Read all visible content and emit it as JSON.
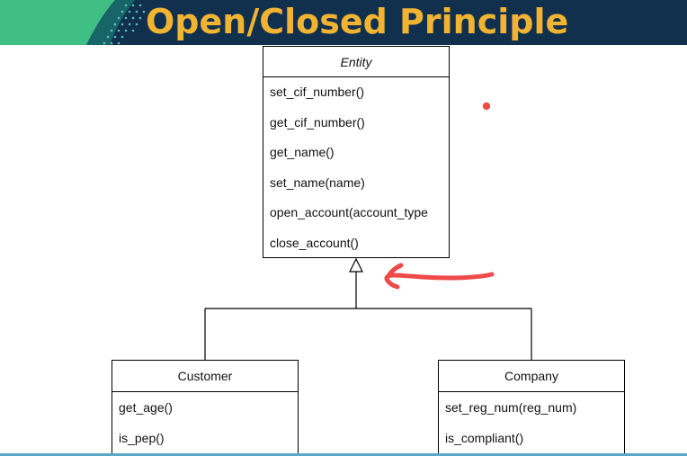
{
  "slide": {
    "title": "Open/Closed Principle",
    "colors": {
      "header_bg": "#11304d",
      "title": "#f1b332",
      "accent_green": "#3fbf83",
      "annotation": "#ef4a4a"
    }
  },
  "diagram": {
    "parent_class": {
      "name": "Entity",
      "methods": [
        "set_cif_number()",
        "get_cif_number()",
        "get_name()",
        "set_name(name)",
        "open_account(account_type",
        "close_account()"
      ]
    },
    "child_classes": [
      {
        "name": "Customer",
        "methods": [
          "get_age()",
          "is_pep()"
        ]
      },
      {
        "name": "Company",
        "methods": [
          "set_reg_num(reg_num)",
          "is_compliant()"
        ]
      }
    ],
    "relationship": "inheritance",
    "annotation_icons": [
      "red-dot-icon",
      "red-arrow-icon"
    ]
  }
}
